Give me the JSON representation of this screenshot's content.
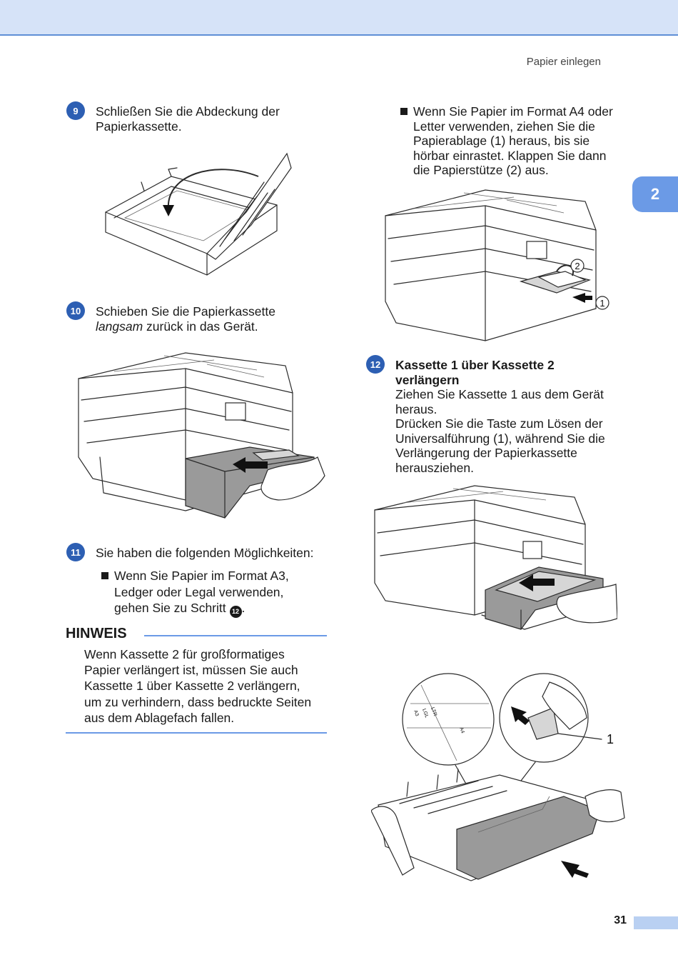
{
  "header": {
    "section_title": "Papier einlegen",
    "chapter": "2"
  },
  "footer": {
    "page_number": "31"
  },
  "steps": {
    "s9": {
      "number": "9",
      "line1": "Schließen Sie die Abdeckung der",
      "line2": "Papierkassette."
    },
    "s10": {
      "number": "10",
      "line1": "Schieben Sie die Papierkassette",
      "line2_italic": "langsam",
      "line2_rest": " zurück in das Gerät."
    },
    "s11": {
      "number": "11",
      "line1": "Sie haben die folgenden Möglichkeiten:",
      "bullet1_line1": "Wenn Sie Papier im Format A3,",
      "bullet1_line2": "Ledger oder Legal verwenden,",
      "bullet1_line3": "gehen Sie zu Schritt",
      "bullet1_ref": "12",
      "bullet1_end": ".",
      "bullet2_line1": "Wenn Sie Papier im Format A4 oder",
      "bullet2_line2": "Letter verwenden, ziehen Sie die",
      "bullet2_line3": "Papierablage (1) heraus, bis sie",
      "bullet2_line4": "hörbar einrastet. Klappen Sie dann",
      "bullet2_line5": "die Papierstütze (2) aus."
    },
    "s12": {
      "number": "12",
      "title_line1": "Kassette 1 über Kassette 2",
      "title_line2": "verlängern",
      "line1": "Ziehen Sie Kassette 1 aus dem Gerät",
      "line2": "heraus.",
      "line3": "Drücken Sie die Taste zum Lösen der",
      "line4": "Universalführung (1), während Sie die",
      "line5": "Verlängerung der Papierkassette",
      "line6": "herausziehen."
    }
  },
  "note": {
    "title": "HINWEIS",
    "line1": "Wenn Kassette 2 für großformatiges",
    "line2": "Papier verlängert ist, müssen Sie auch",
    "line3": "Kassette 1 über Kassette 2 verlängern,",
    "line4": "um zu verhindern, dass bedruckte Seiten",
    "line5": "aus dem Ablagefach fallen."
  },
  "callouts": {
    "tray_support": "2",
    "paper_tray": "1",
    "guide_release": "1",
    "tray_marks": [
      "A3",
      "LGL",
      "LTR",
      "A4"
    ]
  },
  "colors": {
    "accent_blue": "#2d5fb3",
    "tab_blue": "#6b9ae6",
    "header_band": "#d6e3f8",
    "rule_blue": "#6b9ae6"
  }
}
